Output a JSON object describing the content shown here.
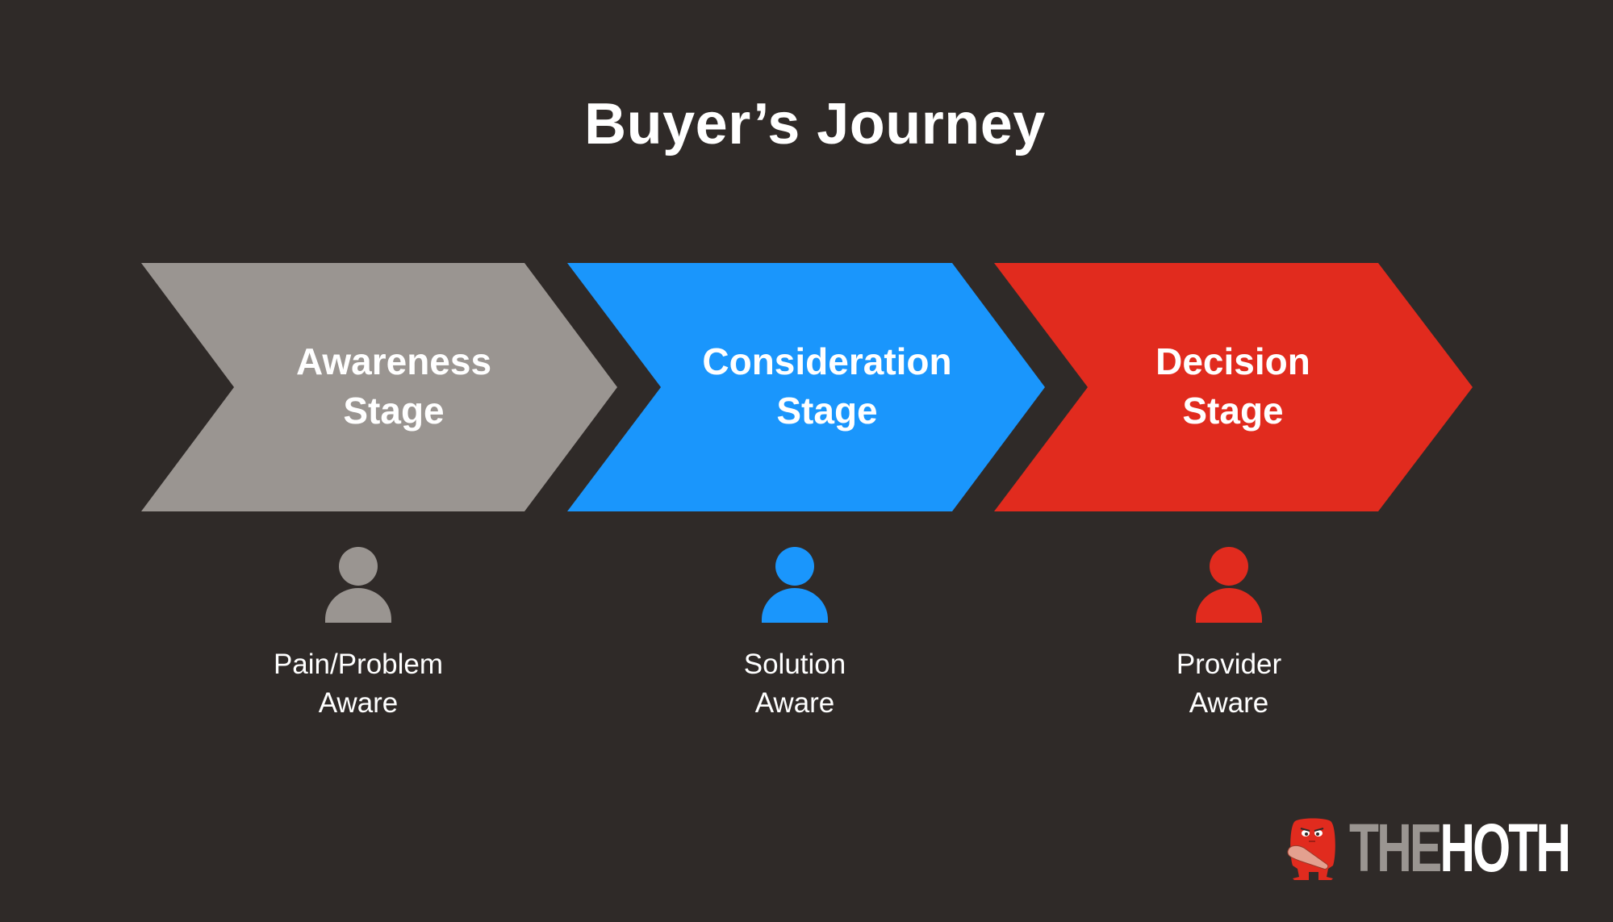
{
  "title": "Buyer’s Journey",
  "colors": {
    "background": "#2f2a28",
    "awareness": "#9a9591",
    "consideration": "#1a96fc",
    "decision": "#e12b1e",
    "text": "#ffffff"
  },
  "stages": [
    {
      "line1": "Awareness",
      "line2": "Stage",
      "color": "#9a9591",
      "persona_line1": "Pain/Problem",
      "persona_line2": "Aware",
      "icon": "person-icon"
    },
    {
      "line1": "Consideration",
      "line2": "Stage",
      "color": "#1a96fc",
      "persona_line1": "Solution",
      "persona_line2": "Aware",
      "icon": "person-icon"
    },
    {
      "line1": "Decision",
      "line2": "Stage",
      "color": "#e12b1e",
      "persona_line1": "Provider",
      "persona_line2": "Aware",
      "icon": "person-icon"
    }
  ],
  "logo": {
    "part1": "THE",
    "part2": "HOTH",
    "icon": "hoth-mascot-icon"
  }
}
